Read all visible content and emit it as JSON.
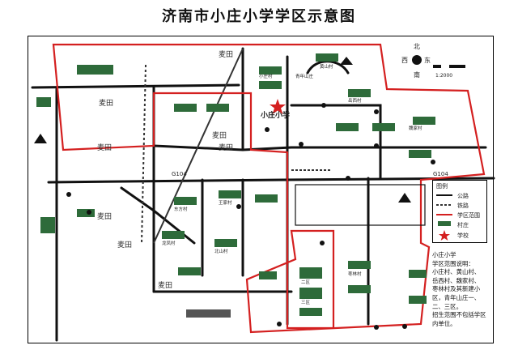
{
  "title": "济南市小庄小学学区示意图",
  "compass": {
    "north": "北",
    "south": "南",
    "east": "东",
    "west": "西"
  },
  "scale": {
    "label": "1:2000"
  },
  "school": {
    "label": "小庄小学"
  },
  "road_labels": {
    "g104": "G104",
    "g104_lower": "G104"
  },
  "fields": [
    {
      "label": "麦田"
    },
    {
      "label": "麦田"
    },
    {
      "label": "麦田"
    },
    {
      "label": "麦田"
    },
    {
      "label": "麦田"
    },
    {
      "label": "麦田"
    },
    {
      "label": "麦田"
    },
    {
      "label": "麦田"
    }
  ],
  "villages": [
    {
      "label": "小庄村"
    },
    {
      "label": "黄山村"
    },
    {
      "label": "岳西村"
    },
    {
      "label": "魏家村"
    },
    {
      "label": "枣林村"
    },
    {
      "label": "北山村"
    },
    {
      "label": "青年山庄"
    },
    {
      "label": "东方村"
    },
    {
      "label": "王家村"
    },
    {
      "label": "龙凤村"
    },
    {
      "label": "二区"
    },
    {
      "label": "三区"
    }
  ],
  "legend": {
    "items": [
      {
        "label": "图例"
      },
      {
        "label": "公路"
      },
      {
        "label": "铁路"
      },
      {
        "label": "学区范围"
      },
      {
        "label": "村庄"
      },
      {
        "label": "学校"
      }
    ]
  },
  "note": {
    "lines": [
      "小庄小学",
      "学区范围说明：",
      "小庄村、黄山村、",
      "岳西村、魏家村、",
      "枣林村及其新建小",
      "区，青年山庄一、",
      "二、三区。",
      "招生范围不包括学区",
      "内单位。"
    ]
  },
  "colors": {
    "boundary": "#d42020",
    "road": "#111111",
    "building": "#2e6b3a",
    "school_star": "#d42020",
    "railway": "#333333"
  }
}
